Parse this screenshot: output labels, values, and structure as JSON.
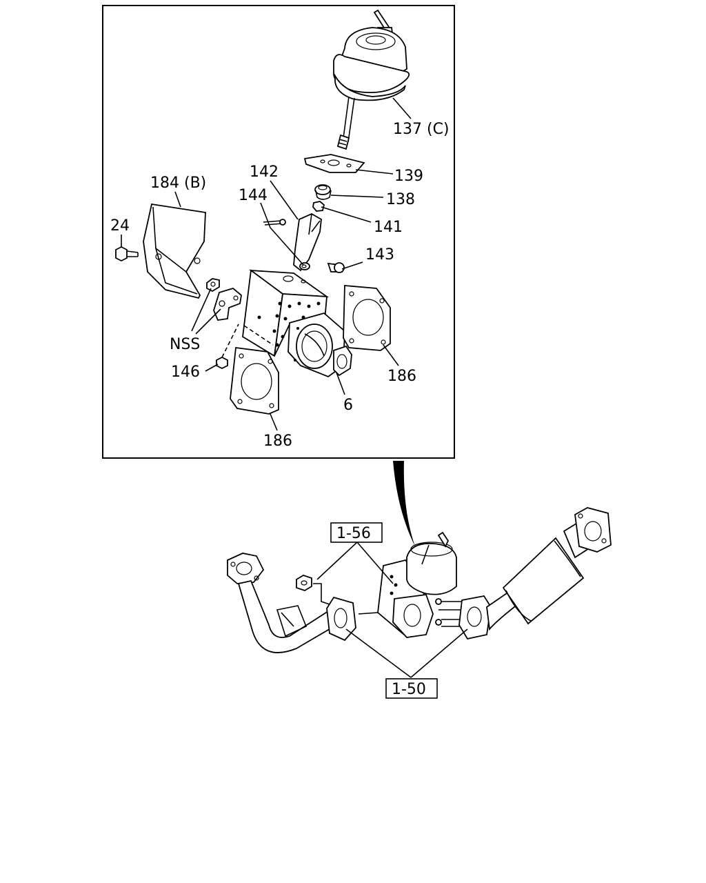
{
  "callouts": {
    "p137": "137 (C)",
    "p139": "139",
    "p138": "138",
    "p141": "141",
    "p142": "142",
    "p144": "144",
    "p143": "143",
    "p184": "184 (B)",
    "p24": "24",
    "nss": "NSS",
    "p146": "146",
    "p186a": "186",
    "p186b": "186",
    "p6": "6"
  },
  "references": {
    "ref_156": "1-56",
    "ref_150": "1-50"
  }
}
